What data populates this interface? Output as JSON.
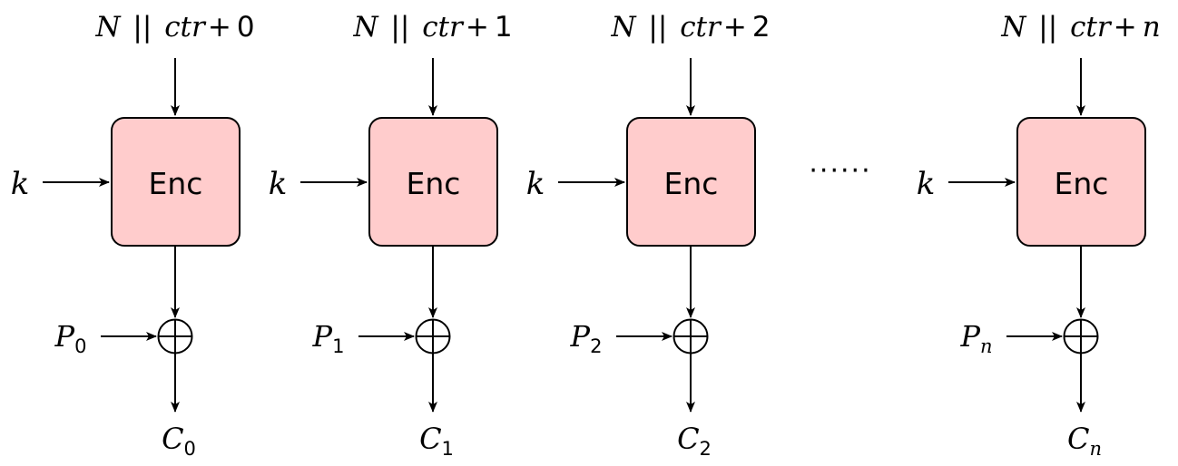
{
  "colors": {
    "enc_fill": "#ffcccc",
    "stroke": "#000000",
    "background": "#ffffff"
  },
  "stages": [
    {
      "ctr_text": "N || ctr + 0",
      "ctr_prefix": "N",
      "ctr_sep": "||",
      "ctr_var": "ctr",
      "ctr_op": "+",
      "ctr_offset": "0",
      "key": "k",
      "enc_label": "Enc",
      "plaintext": "P",
      "plaintext_sub": "0",
      "ciphertext": "C",
      "ciphertext_sub": "0"
    },
    {
      "ctr_text": "N || ctr + 1",
      "ctr_prefix": "N",
      "ctr_sep": "||",
      "ctr_var": "ctr",
      "ctr_op": "+",
      "ctr_offset": "1",
      "key": "k",
      "enc_label": "Enc",
      "plaintext": "P",
      "plaintext_sub": "1",
      "ciphertext": "C",
      "ciphertext_sub": "1"
    },
    {
      "ctr_text": "N || ctr + 2",
      "ctr_prefix": "N",
      "ctr_sep": "||",
      "ctr_var": "ctr",
      "ctr_op": "+",
      "ctr_offset": "2",
      "key": "k",
      "enc_label": "Enc",
      "plaintext": "P",
      "plaintext_sub": "2",
      "ciphertext": "C",
      "ciphertext_sub": "2"
    },
    {
      "ctr_text": "N || ctr + n",
      "ctr_prefix": "N",
      "ctr_sep": "||",
      "ctr_var": "ctr",
      "ctr_op": "+",
      "ctr_offset": "n",
      "key": "k",
      "enc_label": "Enc",
      "plaintext": "P",
      "plaintext_sub": "n",
      "ciphertext": "C",
      "ciphertext_sub": "n"
    }
  ],
  "ellipsis": "······"
}
